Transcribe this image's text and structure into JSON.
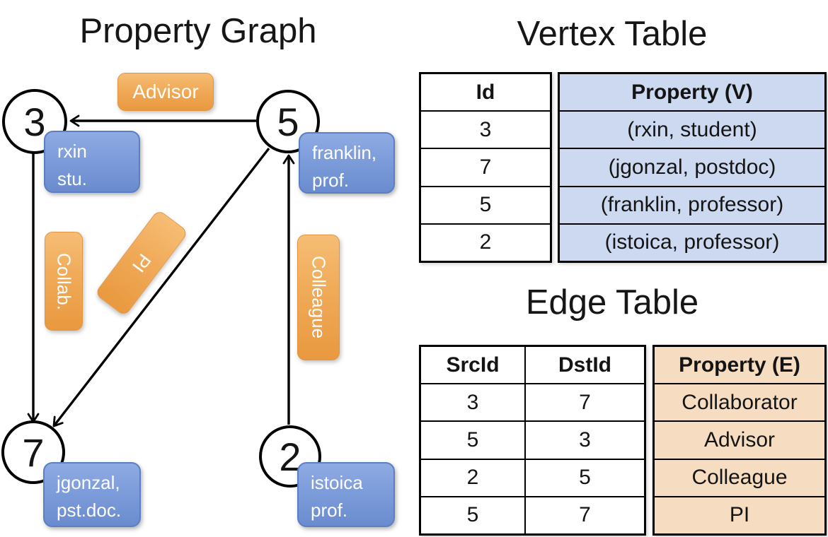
{
  "titles": {
    "graph": "Property Graph",
    "vertex": "Vertex Table",
    "edge": "Edge Table"
  },
  "graph": {
    "nodes": [
      {
        "id": "3",
        "line1": "rxin",
        "line2": "stu."
      },
      {
        "id": "5",
        "line1": "franklin,",
        "line2": "prof."
      },
      {
        "id": "7",
        "line1": "jgonzal,",
        "line2": "pst.doc."
      },
      {
        "id": "2",
        "line1": "istoica",
        "line2": "prof."
      }
    ],
    "edge_labels": {
      "advisor": "Advisor",
      "collab": "Collab.",
      "pi": "PI",
      "colleague": "Colleague"
    }
  },
  "vertex_table": {
    "headers": {
      "id": "Id",
      "property": "Property (V)"
    },
    "rows": [
      {
        "id": "3",
        "property": "(rxin, student)"
      },
      {
        "id": "7",
        "property": "(jgonzal, postdoc)"
      },
      {
        "id": "5",
        "property": "(franklin, professor)"
      },
      {
        "id": "2",
        "property": "(istoica, professor)"
      }
    ]
  },
  "edge_table": {
    "headers": {
      "src": "SrcId",
      "dst": "DstId",
      "property": "Property (E)"
    },
    "rows": [
      {
        "src": "3",
        "dst": "7",
        "property": "Collaborator"
      },
      {
        "src": "5",
        "dst": "3",
        "property": "Advisor"
      },
      {
        "src": "2",
        "dst": "5",
        "property": "Colleague"
      },
      {
        "src": "5",
        "dst": "7",
        "property": "PI"
      }
    ]
  },
  "colors": {
    "edge_accent": "#ED9B40",
    "vertex_accent": "#7396D5",
    "vertex_cell_fill": "#CDD9F0",
    "edge_cell_fill": "#F6DCC1",
    "line": "#000000"
  }
}
